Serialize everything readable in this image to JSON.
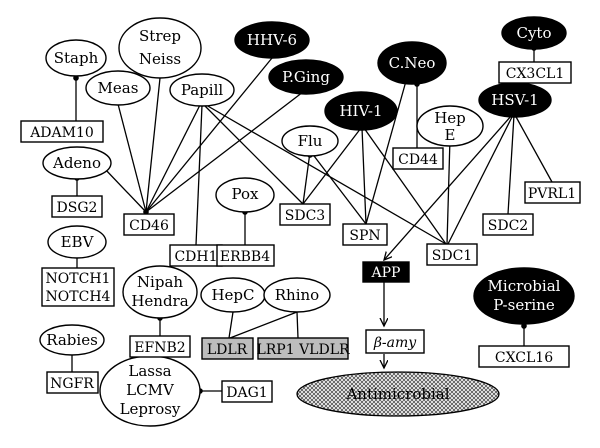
{
  "pathogens": {
    "staph": "Staph",
    "strep_1": "Strep",
    "strep_2": "Neiss",
    "hhv6": "HHV-6",
    "meas": "Meas",
    "papill": "Papill",
    "pging": "P.Ging",
    "cneo": "C.Neo",
    "cyto": "Cyto",
    "hiv1": "HIV-1",
    "hsv1": "HSV-1",
    "hep_e_1": "Hep",
    "hep_e_2": "E",
    "flu": "Flu",
    "adeno": "Adeno",
    "pox": "Pox",
    "ebv": "EBV",
    "nipah_1": "Nipah",
    "nipah_2": "Hendra",
    "hepc": "HepC",
    "rhino": "Rhino",
    "microbial_1": "Microbial",
    "microbial_2": "P-serine",
    "rabies": "Rabies",
    "lassa_1": "Lassa",
    "lassa_2": "LCMV",
    "lassa_3": "Leprosy"
  },
  "receptors": {
    "adam10": "ADAM10",
    "cx3cl1": "CX3CL1",
    "cd44": "CD44",
    "dsg2": "DSG2",
    "cd46": "CD46",
    "sdc3": "SDC3",
    "spn": "SPN",
    "sdc1": "SDC1",
    "sdc2": "SDC2",
    "pvrl1": "PVRL1",
    "cdh1": "CDH1",
    "erbb4": "ERBB4",
    "notch_1": "NOTCH1",
    "notch_2": "NOTCH4",
    "efnb2": "EFNB2",
    "ldlr": "LDLR",
    "lrp1_vldlr": "LRP1 VLDLR",
    "cxcl16": "CXCL16",
    "ngfr": "NGFR",
    "dag1": "DAG1"
  },
  "products": {
    "app": "APP",
    "beta_amy": "β-amy",
    "antimicrobial": "Antimicrobial"
  },
  "colors": {
    "gray_box": "#bdbdbd",
    "hatch": "#555555"
  }
}
